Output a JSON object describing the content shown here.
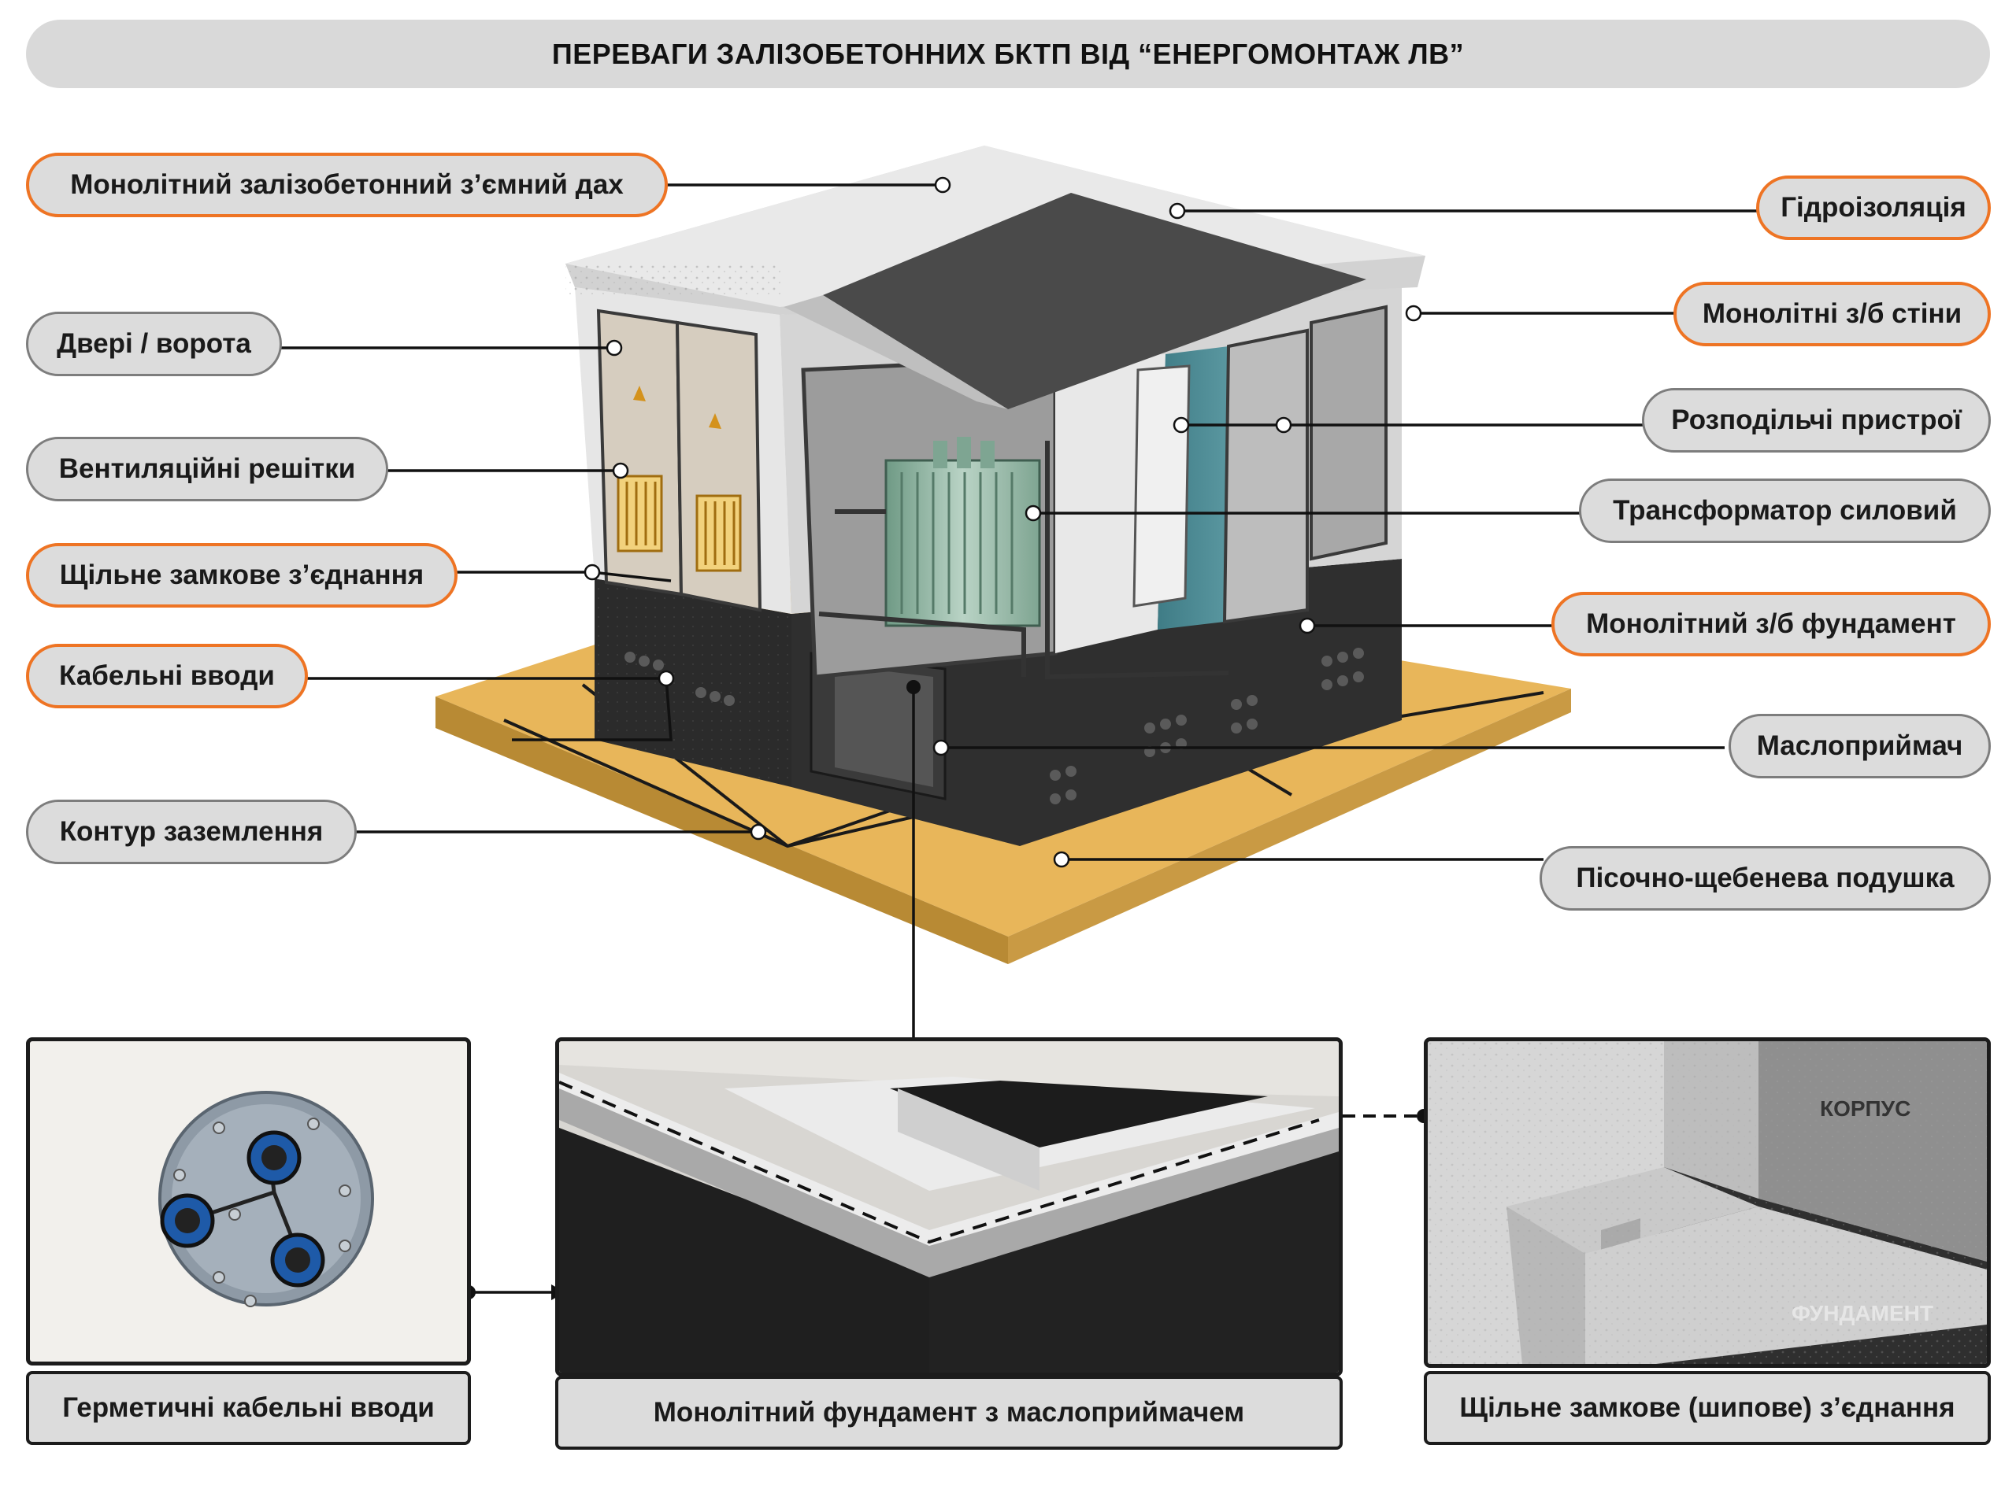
{
  "title": "ПЕРЕВАГИ ЗАЛІЗОБЕТОННИХ БКТП ВІД “ЕНЕРГОМОНТАЖ ЛВ”",
  "accent_color": "#ee7424",
  "callouts_left": [
    {
      "label": "Монолітний залізобетонний з’ємний дах",
      "style": "orange"
    },
    {
      "label": "Двері / ворота",
      "style": "grey"
    },
    {
      "label": "Вентиляційні решітки",
      "style": "grey"
    },
    {
      "label": "Щільне замкове з’єднання",
      "style": "orange"
    },
    {
      "label": "Кабельні вводи",
      "style": "orange"
    },
    {
      "label": "Контур заземлення",
      "style": "grey"
    }
  ],
  "callouts_right": [
    {
      "label": "Гідроізоляція",
      "style": "orange"
    },
    {
      "label": "Монолітні з/б стіни",
      "style": "orange"
    },
    {
      "label": "Розподільчі пристрої",
      "style": "grey"
    },
    {
      "label": "Трансформатор силовий",
      "style": "grey"
    },
    {
      "label": "Монолітний з/б фундамент",
      "style": "orange"
    },
    {
      "label": "Маслоприймач",
      "style": "grey"
    },
    {
      "label": "Пісочно-щебенева подушка",
      "style": "grey"
    }
  ],
  "panels": [
    {
      "caption": "Герметичні кабельні вводи"
    },
    {
      "caption": "Монолітний фундамент з маслоприймачем"
    },
    {
      "caption": "Щільне замкове (шипове) з’єднання",
      "labels": [
        "КОРПУС",
        "ФУНДАМЕНТ"
      ]
    }
  ]
}
